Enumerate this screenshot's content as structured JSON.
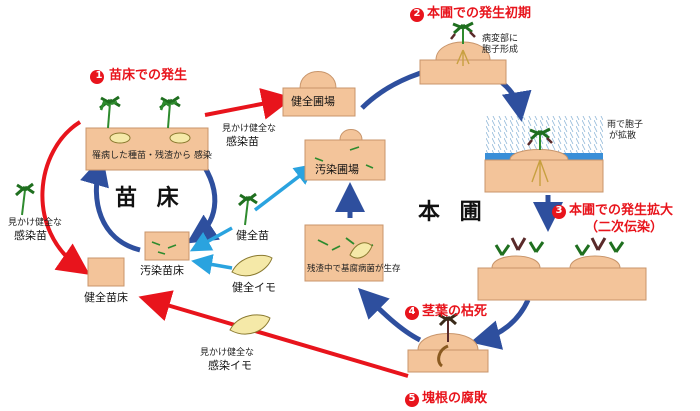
{
  "colors": {
    "red": "#e8141c",
    "blue": "#2e4f9e",
    "cyan": "#2aa3df",
    "soil": "#f3c49a",
    "soil_edge": "#c8956b",
    "leaf": "#2e8b2e",
    "sweet_potato": "#f5e9a8"
  },
  "hub": {
    "seedbed": "苗 床",
    "field": "本 圃"
  },
  "stages": [
    {
      "number": "1",
      "title": "苗床での発生"
    },
    {
      "number": "2",
      "title": "本圃での発生初期"
    },
    {
      "number": "3",
      "title": "本圃での発生拡大",
      "subtitle": "（二次伝染）"
    },
    {
      "number": "4",
      "title": "茎葉の枯死"
    },
    {
      "number": "5",
      "title": "塊根の腐敗"
    }
  ],
  "labels": {
    "seedbed_infection": "罹病した種苗・残渣から 感染",
    "apparent_healthy_1": "見かけ健全な",
    "infected_seedling_1": "感染苗",
    "apparent_healthy_2": "見かけ健全な",
    "infected_seedling_2": "感染苗",
    "apparent_healthy_3": "見かけ健全な",
    "infected_potato": "感染イモ",
    "healthy_field": "健全圃場",
    "contaminated_field": "汚染圃場",
    "contaminated_seedbed": "汚染苗床",
    "healthy_seedbed": "健全苗床",
    "healthy_seedling": "健全苗",
    "healthy_potato": "健全イモ",
    "lesion_line1": "病変部に",
    "lesion_line2": "胞子形成",
    "rain_line1": "雨で胞子",
    "rain_line2": "が拡散",
    "residue": "残渣中で基腐病菌が生存"
  }
}
